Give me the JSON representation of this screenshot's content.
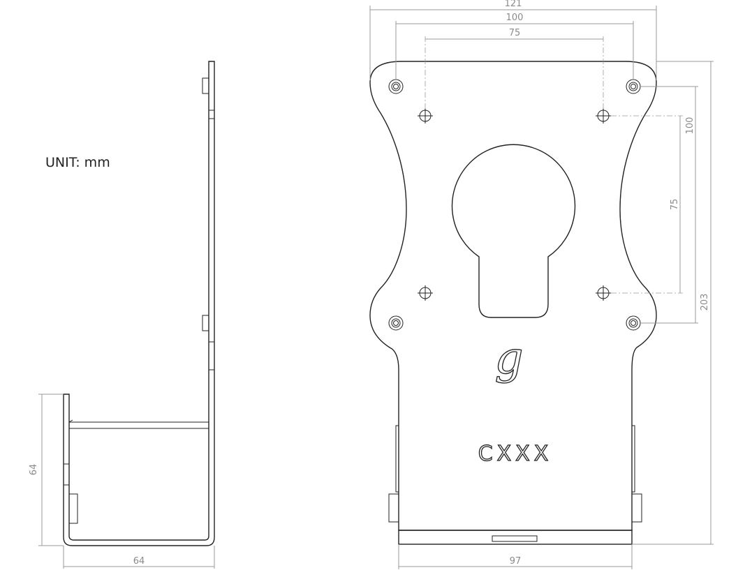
{
  "unit_label": "UNIT: mm",
  "side_view": {
    "height_dim": "64",
    "width_dim": "64"
  },
  "front_view": {
    "dim_width_overall": "121",
    "dim_hole_spacing_100_h": "100",
    "dim_hole_spacing_75_h": "75",
    "dim_hole_spacing_100_v": "100",
    "dim_hole_spacing_75_v": "75",
    "dim_height_overall": "203",
    "dim_base_width": "97",
    "logo_text": "g",
    "model_text": "CXXX"
  }
}
